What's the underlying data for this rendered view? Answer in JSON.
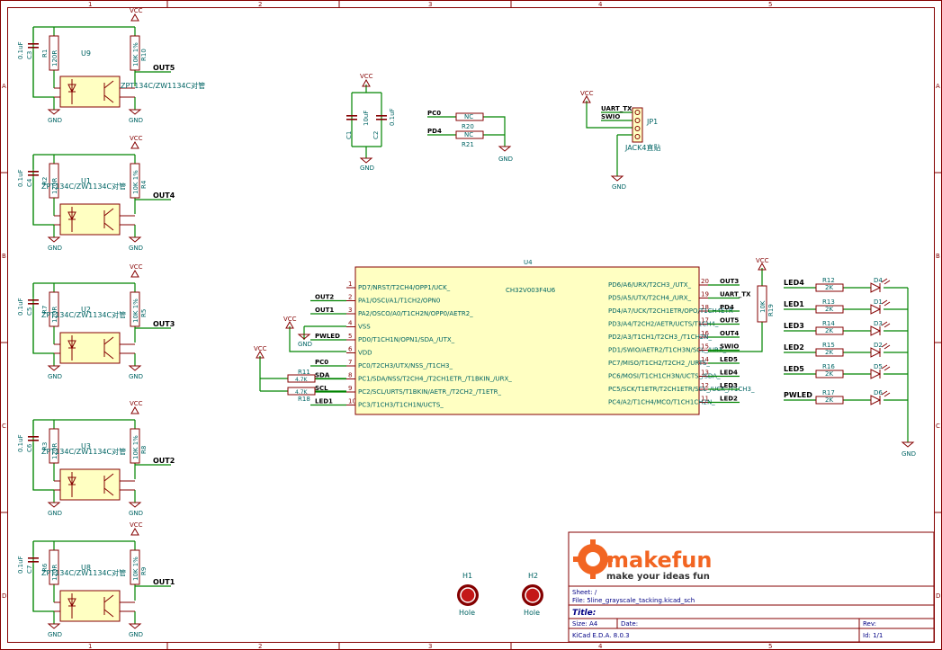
{
  "border": {
    "cols": [
      "1",
      "2",
      "3",
      "4",
      "5"
    ],
    "rows": [
      "A",
      "B",
      "C",
      "D"
    ]
  },
  "power": {
    "vcc": "VCC",
    "gnd": "GND"
  },
  "optos": [
    {
      "cap": "C3",
      "capv": "0.1uF",
      "rin": "R1",
      "rinv": "120R",
      "u": "U9",
      "rout": "R10",
      "routv": "10K 1%",
      "part": "ZPT134C/ZW1134C对管",
      "out": "OUT5"
    },
    {
      "cap": "C4",
      "capv": "0.1uF",
      "rin": "R2",
      "rinv": "120R",
      "u": "U1",
      "rout": "R4",
      "routv": "10K 1%",
      "part": "ZPT134C/ZW1134C对管",
      "out": "OUT4"
    },
    {
      "cap": "C5",
      "capv": "0.1uF",
      "rin": "R7",
      "rinv": "120R",
      "u": "U2",
      "rout": "R5",
      "routv": "10K 1%",
      "part": "ZPT134C/ZW1134C对管",
      "out": "OUT3"
    },
    {
      "cap": "C6",
      "capv": "0.1uF",
      "rin": "R3",
      "rinv": "120R",
      "u": "U3",
      "rout": "R8",
      "routv": "10K 1%",
      "part": "ZPT134C/ZW1134C对管",
      "out": "OUT2"
    },
    {
      "cap": "C7",
      "capv": "0.1uF",
      "rin": "R6",
      "rinv": "120R",
      "u": "U8",
      "rout": "R9",
      "routv": "10K 1%",
      "part": "ZPT134C/ZW1134C对管",
      "out": "OUT1"
    }
  ],
  "decoupling": {
    "c1": "C1",
    "c1v": "10uF",
    "c2": "C2",
    "c2v": "0.1uF"
  },
  "nc": {
    "pc0": "PC0",
    "pd4": "PD4",
    "r20": "R20",
    "r21": "R21",
    "nc": "NC"
  },
  "jack": {
    "uart": "UART_TX",
    "swio": "SWIO",
    "ref": "JP1",
    "name": "JACK4直贴"
  },
  "mcu": {
    "ref": "U4",
    "part": "CH32V003F4U6",
    "left_pins": [
      {
        "num": "1",
        "name": "PD7/NRST/T2CH4/OPP1/UCK_",
        "net": ""
      },
      {
        "num": "2",
        "name": "PA1/OSCI/A1/T1CH2/OPN0",
        "net": "OUT2"
      },
      {
        "num": "3",
        "name": "PA2/OSCO/A0/T1CH2N/OPP0/AETR2_",
        "net": "OUT1"
      },
      {
        "num": "4",
        "name": "VSS",
        "net": ""
      },
      {
        "num": "5",
        "name": "PD0/T1CH1N/OPN1/SDA_/UTX_",
        "net": "PWLED"
      },
      {
        "num": "6",
        "name": "VDD",
        "net": ""
      },
      {
        "num": "7",
        "name": "PC0/T2CH3/UTX/NSS_/T1CH3_",
        "net": "PC0"
      },
      {
        "num": "8",
        "name": "PC1/SDA/NSS/T2CH4_/T2CH1ETR_/T1BKIN_/URX_",
        "net": "SDA"
      },
      {
        "num": "9",
        "name": "PC2/SCL/URTS/T1BKIN/AETR_/T2CH2_/T1ETR_",
        "net": "SCL"
      },
      {
        "num": "10",
        "name": "PC3/T1CH3/T1CH1N/UCTS_",
        "net": "LED1"
      }
    ],
    "right_pins": [
      {
        "num": "20",
        "name": "PD6/A6/URX/T2CH3_/UTX_",
        "net": "OUT3"
      },
      {
        "num": "19",
        "name": "PD5/A5/UTX/T2CH4_/URX_",
        "net": "UART_TX"
      },
      {
        "num": "18",
        "name": "PD4/A7/UCK/T2CH1ETR/OPO/T1CH4ETR",
        "net": "PD4"
      },
      {
        "num": "17",
        "name": "PD3/A4/T2CH2/AETR/UCTS/T1CH4_",
        "net": "OUT5"
      },
      {
        "num": "16",
        "name": "PD2/A3/T1CH1/T2CH3_/T1CH2N_",
        "net": "OUT4"
      },
      {
        "num": "15",
        "name": "PD1/SWIO/AETR2/T1CH3N/SCL_/URX_",
        "net": "SWIO"
      },
      {
        "num": "14",
        "name": "PC7/MISO/T1CH2/T2CH2_/URTS_",
        "net": "LED5"
      },
      {
        "num": "13",
        "name": "PC6/MOSI/T1CH1CH3N/UCTS_/SDA_",
        "net": "LED4"
      },
      {
        "num": "12",
        "name": "PC5/SCK/T1ETR/T2CH1ETR/SCL_/UCK_/T1CH3_",
        "net": "LED3"
      },
      {
        "num": "11",
        "name": "PC4/A2/T1CH4/MCO/T1CH1CH2N_",
        "net": "LED2"
      }
    ]
  },
  "pullups": {
    "r11": "R11",
    "r18": "R18",
    "val": "4.7K",
    "r19": "R19",
    "r19v": "10K"
  },
  "leds": [
    {
      "net": "LED4",
      "r": "R12",
      "rv": "2K",
      "d": "D4"
    },
    {
      "net": "LED1",
      "r": "R13",
      "rv": "2K",
      "d": "D1"
    },
    {
      "net": "LED3",
      "r": "R14",
      "rv": "2K",
      "d": "D3"
    },
    {
      "net": "LED2",
      "r": "R15",
      "rv": "2K",
      "d": "D2"
    },
    {
      "net": "LED5",
      "r": "R16",
      "rv": "2K",
      "d": "D5"
    },
    {
      "net": "PWLED",
      "r": "R17",
      "rv": "2K",
      "d": "D6"
    }
  ],
  "holes": [
    {
      "ref": "H1",
      "name": "Hole"
    },
    {
      "ref": "H2",
      "name": "Hole"
    }
  ],
  "titleblock": {
    "logo_main": "makefun",
    "logo_tag": "make your ideas fun",
    "sheet": "Sheet: /",
    "file": "File: 5line_grayscale_tacking.kicad_sch",
    "title": "Title:",
    "size": "Size: A4",
    "date": "Date:",
    "rev": "Rev:",
    "tool": "KiCad E.D.A. 8.0.3",
    "id": "Id: 1/1"
  },
  "colors": {
    "frame": "#840000",
    "wire": "#008400",
    "label": "#006464",
    "body": "#ffffc2",
    "logo": "#f26522"
  }
}
